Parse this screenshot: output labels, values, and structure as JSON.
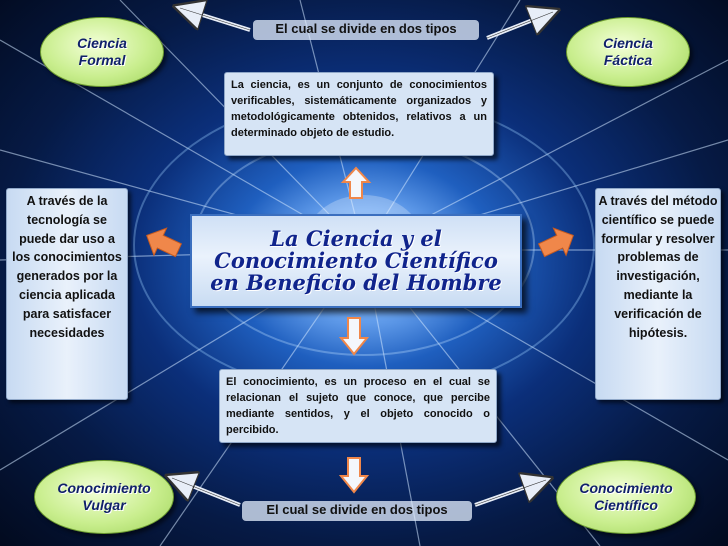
{
  "title": "La Ciencia y el Conocimiento Científico en Beneficio del Hombre",
  "top_banner": "El cual se divide en dos tipos",
  "bottom_banner": "El cual se divide en dos tipos",
  "science_definition": "La ciencia, es un conjunto de conocimientos verificables, sistemáticamente organizados y metodológicamente obtenidos, relativos a un determinado objeto de estudio.",
  "knowledge_definition": "El conocimiento, es un proceso en el cual se relacionan el sujeto que conoce, que percibe mediante sentidos, y el objeto conocido o percibido.",
  "left_box": "A través de la tecnología se puede dar uso a los conocimientos generados por la ciencia aplicada para satisfacer necesidades",
  "right_box": "A través del método científico se puede formular y resolver problemas de investigación, mediante la verificación de hipótesis.",
  "ovals": {
    "top_left": "Ciencia Formal",
    "top_right": "Ciencia Fáctica",
    "bottom_left": "Conocimiento Vulgar",
    "bottom_right": "Conocimiento Científico"
  },
  "colors": {
    "oval_fill": "#c9ee8e",
    "box_fill": "#d6e4f5",
    "arrow_orange": "#f0874a",
    "background": "#0b2f7a"
  }
}
